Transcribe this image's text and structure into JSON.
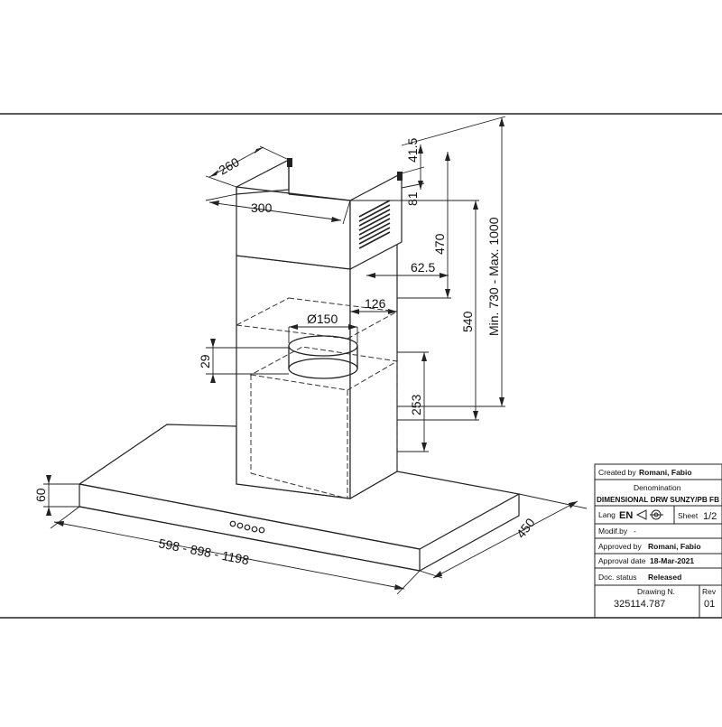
{
  "dimensions": {
    "chimney_depth": "260",
    "chimney_width": "300",
    "top_gap": "41.5",
    "vent_offset": "81",
    "chimney_height": "470",
    "outlet_offset": "62.5",
    "outlet_depth": "126",
    "outlet_diameter": "Ø150",
    "collar_height": "29",
    "motor_height": "253",
    "hood_thickness": "60",
    "hood_widths": "598 - 898 - 1198",
    "hood_depth": "450",
    "overall_height": "540",
    "installation_range": "Min. 730 - Max. 1000"
  },
  "title_block": {
    "created_by_label": "Created by",
    "created_by_value": "Romani, Fabio",
    "denomination_label": "Denomination",
    "denomination_value": "DIMENSIONAL DRW SUNZY/PB FB",
    "lang_label": "Lang",
    "lang_value": "EN",
    "sheet_label": "Sheet",
    "sheet_value": "1/2",
    "modif_label": "Modif.by",
    "modif_value": "-",
    "approved_label": "Approved by",
    "approved_value": "Romani, Fabio",
    "approval_date_label": "Approval date",
    "approval_date_value": "18-Mar-2021",
    "status_label": "Doc. status",
    "status_value": "Released",
    "drawing_label": "Drawing N.",
    "drawing_value": "325114.787",
    "rev_label": "Rev",
    "rev_value": "01"
  }
}
